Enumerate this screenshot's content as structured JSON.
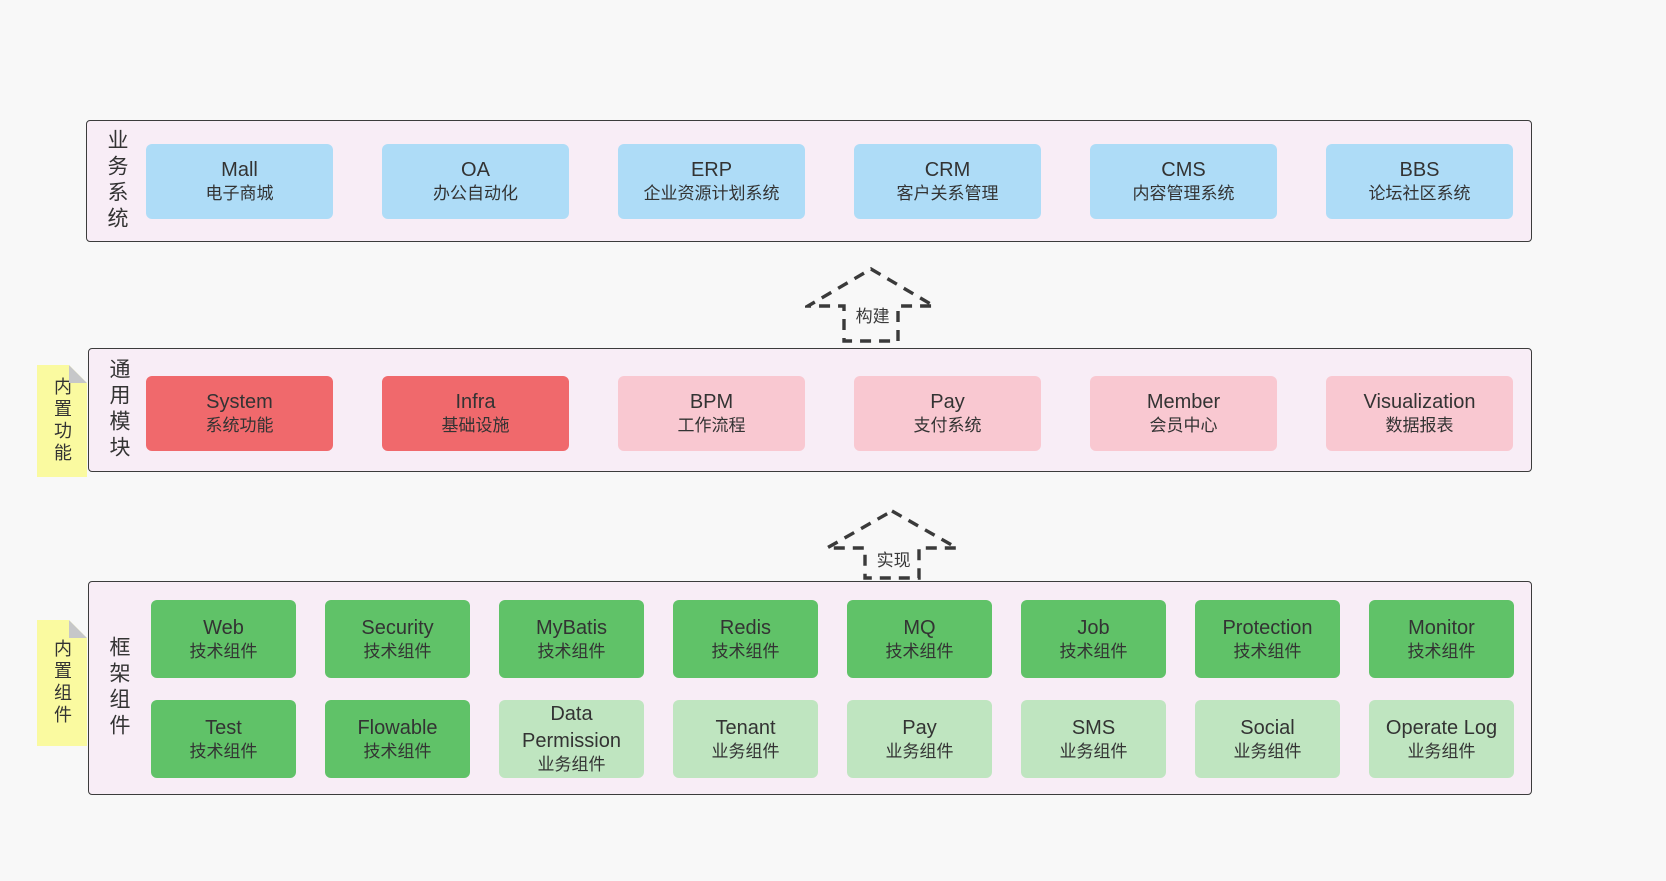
{
  "diagram_title": "",
  "colors": {
    "page_bg": "#f8f8f8",
    "panel_bg": "#f8edf6",
    "panel_border": "#3c3c3c",
    "business_box": "#aedcf7",
    "core_module_box": "#f0696c",
    "optional_module_box": "#f9c8d1",
    "tech_component_box": "#60c268",
    "biz_component_box": "#bfe5c0",
    "sticky_note": "#fafaa0",
    "arrow_stroke": "#3a3a3a"
  },
  "arrows": [
    {
      "label": "构建"
    },
    {
      "label": "实现"
    }
  ],
  "sections": {
    "business": {
      "label": "业务系统",
      "boxes": [
        {
          "name": "Mall",
          "desc": "电子商城",
          "variant": "blue"
        },
        {
          "name": "OA",
          "desc": "办公自动化",
          "variant": "blue"
        },
        {
          "name": "ERP",
          "desc": "企业资源计划系统",
          "variant": "blue"
        },
        {
          "name": "CRM",
          "desc": "客户关系管理",
          "variant": "blue"
        },
        {
          "name": "CMS",
          "desc": "内容管理系统",
          "variant": "blue"
        },
        {
          "name": "BBS",
          "desc": "论坛社区系统",
          "variant": "blue"
        }
      ]
    },
    "modules": {
      "label": "通用模块",
      "sticky": "内置功能",
      "boxes": [
        {
          "name": "System",
          "desc": "系统功能",
          "variant": "red"
        },
        {
          "name": "Infra",
          "desc": "基础设施",
          "variant": "red"
        },
        {
          "name": "BPM",
          "desc": "工作流程",
          "variant": "pink"
        },
        {
          "name": "Pay",
          "desc": "支付系统",
          "variant": "pink"
        },
        {
          "name": "Member",
          "desc": "会员中心",
          "variant": "pink"
        },
        {
          "name": "Visualization",
          "desc": "数据报表",
          "variant": "pink"
        }
      ]
    },
    "framework": {
      "label": "框架组件",
      "sticky": "内置组件",
      "row1": [
        {
          "name": "Web",
          "desc": "技术组件",
          "variant": "green"
        },
        {
          "name": "Security",
          "desc": "技术组件",
          "variant": "green"
        },
        {
          "name": "MyBatis",
          "desc": "技术组件",
          "variant": "green"
        },
        {
          "name": "Redis",
          "desc": "技术组件",
          "variant": "green"
        },
        {
          "name": "MQ",
          "desc": "技术组件",
          "variant": "green"
        },
        {
          "name": "Job",
          "desc": "技术组件",
          "variant": "green"
        },
        {
          "name": "Protection",
          "desc": "技术组件",
          "variant": "green"
        },
        {
          "name": "Monitor",
          "desc": "技术组件",
          "variant": "green"
        }
      ],
      "row2": [
        {
          "name": "Test",
          "desc": "技术组件",
          "variant": "green"
        },
        {
          "name": "Flowable",
          "desc": "技术组件",
          "variant": "green"
        },
        {
          "name": "Data\nPermission",
          "desc": "业务组件",
          "variant": "lightgreen"
        },
        {
          "name": "Tenant",
          "desc": "业务组件",
          "variant": "lightgreen"
        },
        {
          "name": "Pay",
          "desc": "业务组件",
          "variant": "lightgreen"
        },
        {
          "name": "SMS",
          "desc": "业务组件",
          "variant": "lightgreen"
        },
        {
          "name": "Social",
          "desc": "业务组件",
          "variant": "lightgreen"
        },
        {
          "name": "Operate Log",
          "desc": "业务组件",
          "variant": "lightgreen"
        }
      ]
    }
  }
}
